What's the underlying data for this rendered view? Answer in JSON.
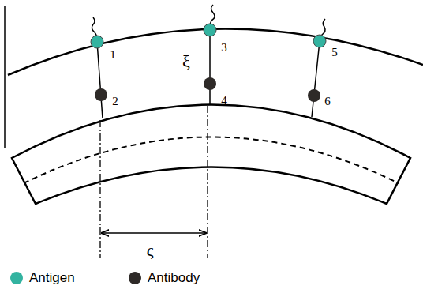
{
  "diagram": {
    "labels": [
      "1",
      "2",
      "3",
      "4",
      "5",
      "6",
      "ξ",
      "ς"
    ],
    "legend": [
      {
        "text": "Antigen",
        "color": "#33b3a0"
      },
      {
        "text": "Antibody",
        "color": "#2e2a28"
      }
    ]
  }
}
